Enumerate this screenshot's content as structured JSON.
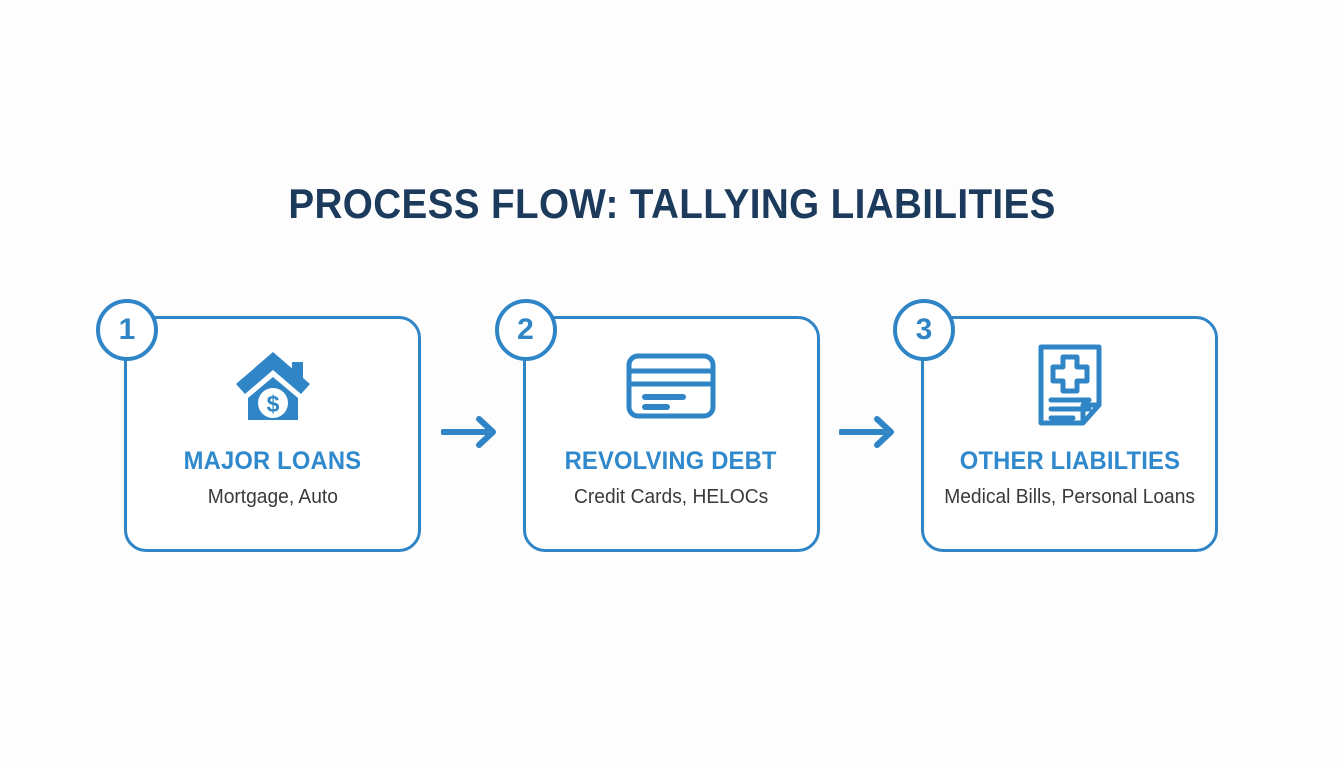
{
  "page": {
    "title": "PROCESS FLOW: TALLYING LIABILITIES",
    "background_color": "#fdfdfd",
    "title_color": "#1b3a5c",
    "accent_color": "#2f85c6",
    "card_title_color": "#3089cc",
    "subtitle_color": "#3a3a3a"
  },
  "steps": [
    {
      "number": "1",
      "icon": "house-dollar-icon",
      "title": "MAJOR LOANS",
      "subtitle": "Mortgage, Auto"
    },
    {
      "number": "2",
      "icon": "credit-card-icon",
      "title": "REVOLVING DEBT",
      "subtitle": "Credit Cards, HELOCs"
    },
    {
      "number": "3",
      "icon": "medical-document-icon",
      "title": "OTHER LIABILTIES",
      "subtitle": "Medical Bills, Personal Loans"
    }
  ],
  "connectors": [
    {
      "icon": "arrow-right-icon"
    },
    {
      "icon": "arrow-right-icon"
    }
  ]
}
